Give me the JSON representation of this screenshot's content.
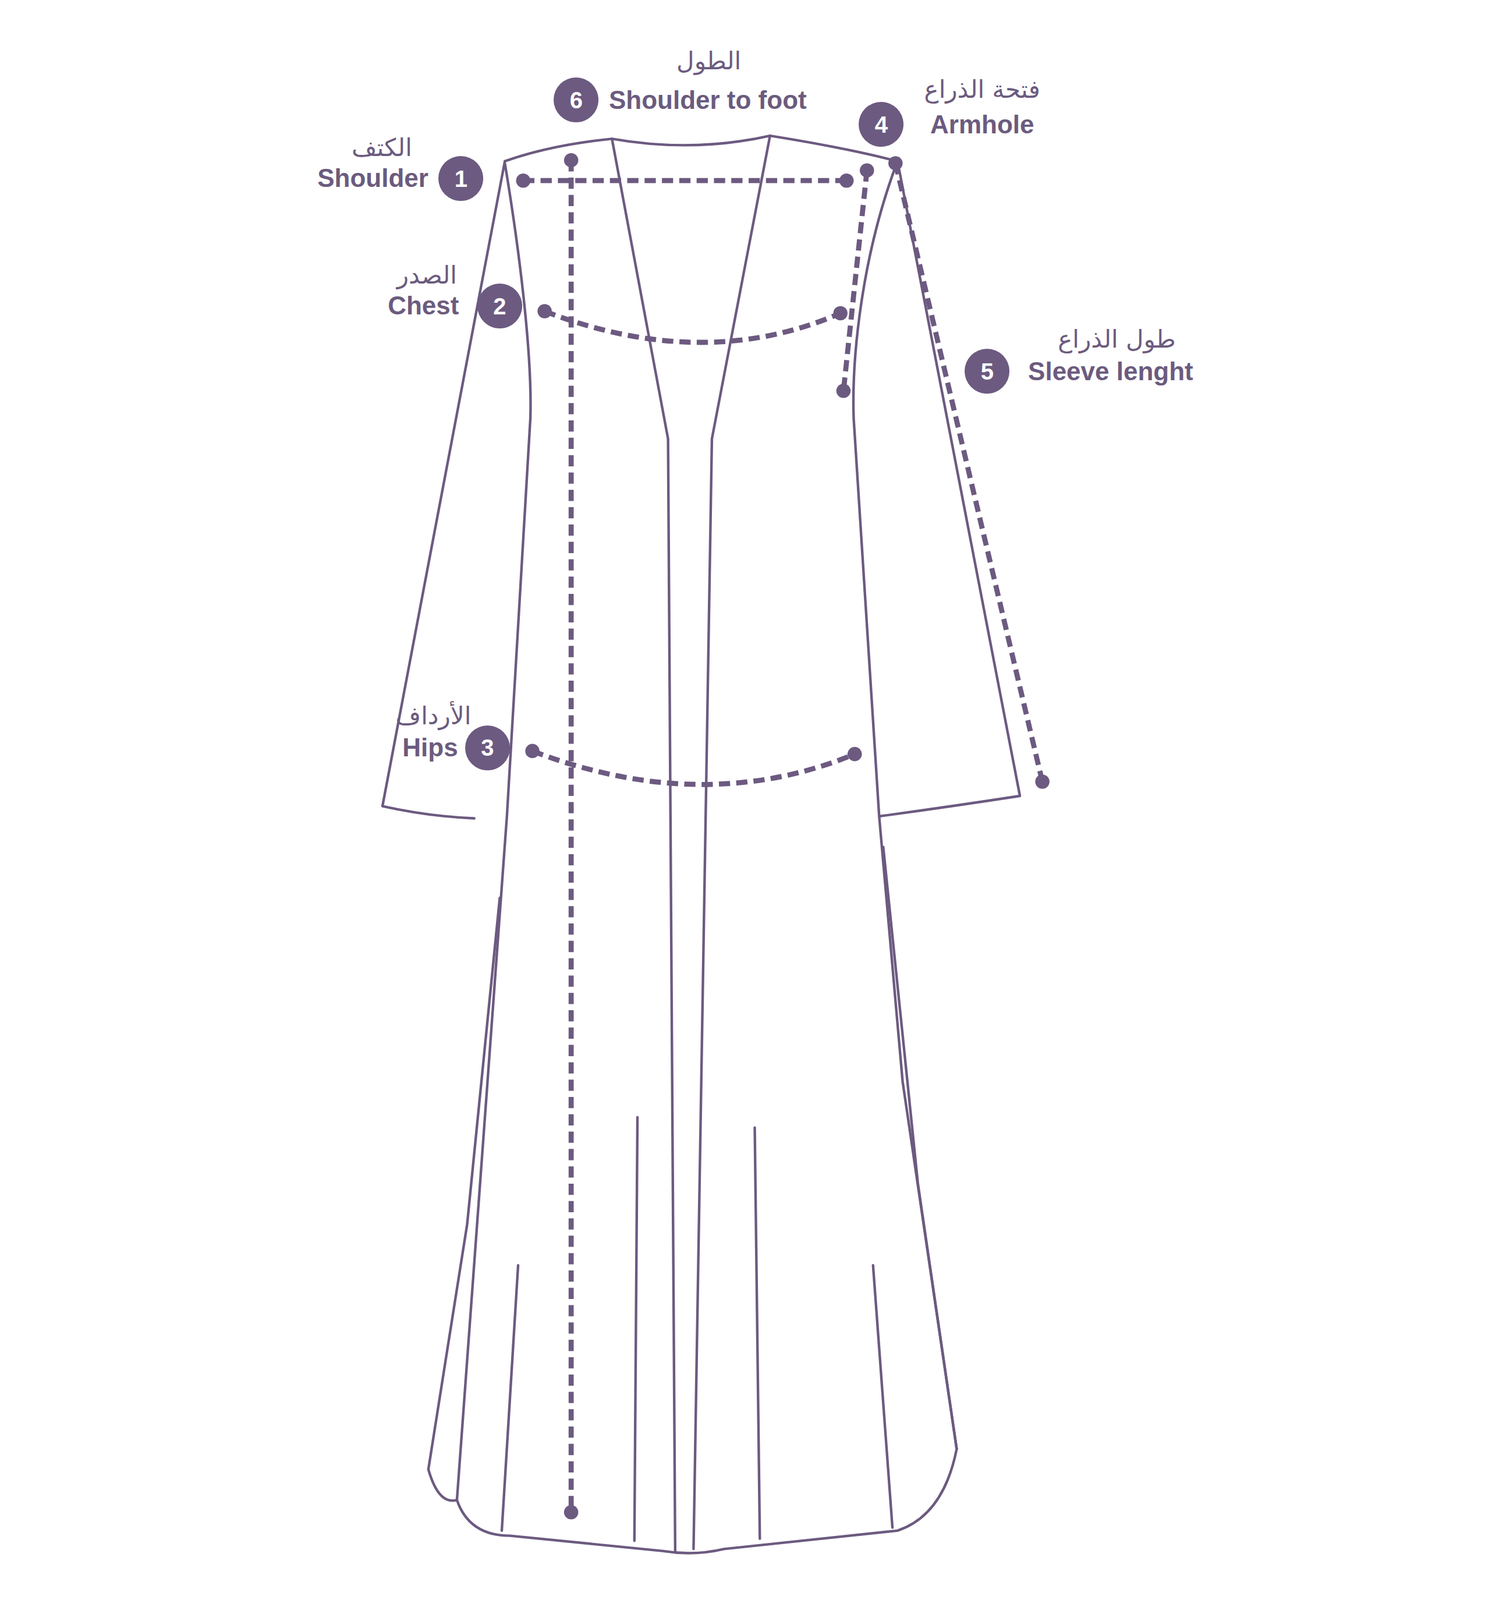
{
  "diagram": {
    "nodes": [
      {
        "text": [
          "1"
        ]
      },
      {
        "text": [
          "2"
        ]
      },
      {
        "text": [
          "3"
        ]
      },
      {
        "text": [
          "4"
        ]
      },
      {
        "text": [
          "5"
        ]
      },
      {
        "text": [
          "6"
        ]
      }
    ],
    "labels": [
      "الكتف",
      "Shoulder",
      "الصدر",
      "Chest",
      "الأرداف",
      "Hips",
      "فتحة الذراع",
      "Armhole",
      "طول الذراع",
      "Sleeve lenght",
      "الطول",
      "Shoulder to foot"
    ]
  }
}
